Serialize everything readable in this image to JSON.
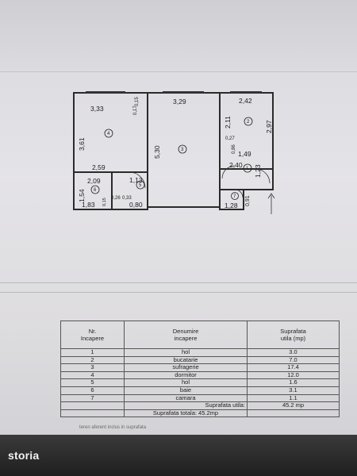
{
  "plan": {
    "dimensions": [
      "3,33",
      "0,15",
      "0,17",
      "3,61",
      "2,59",
      "3,29",
      "5,30",
      "2,42",
      "2,11",
      "0,27",
      "0,86",
      "2,97",
      "1,49",
      "2,40",
      "1,23",
      "2,09",
      "1,13",
      "1,54",
      "0,26",
      "0,33",
      "1,83",
      "0,80",
      "0,91",
      "1,28",
      "0,15"
    ],
    "room_numbers": [
      "1",
      "2",
      "3",
      "4",
      "5",
      "6",
      "7"
    ]
  },
  "table": {
    "headers": [
      "Nr.\nIncapere",
      "Denumire\nincapere",
      "Suprafata\nutila (mp)"
    ],
    "rows": [
      {
        "nr": "1",
        "name": "hol",
        "area": "3.0"
      },
      {
        "nr": "2",
        "name": "bucatarie",
        "area": "7.0"
      },
      {
        "nr": "3",
        "name": "sufragerie",
        "area": "17.4"
      },
      {
        "nr": "4",
        "name": "dormitor",
        "area": "12.0"
      },
      {
        "nr": "5",
        "name": "hol",
        "area": "1.6"
      },
      {
        "nr": "6",
        "name": "baie",
        "area": "3.1"
      },
      {
        "nr": "7",
        "name": "camara",
        "area": "1.1"
      }
    ],
    "total_useful_label": "Suprafata utila:",
    "total_useful_value": "45.2 mp",
    "total_area": "Suprafata totala: 45.2mp"
  },
  "footer_text": "teren aferent inclus in suprafata",
  "brand": "storia"
}
